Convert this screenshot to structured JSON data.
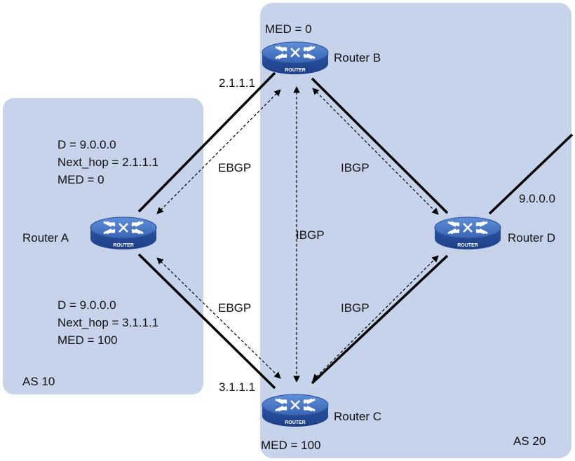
{
  "areas": {
    "as10": {
      "label": "AS 10"
    },
    "as20": {
      "label": "AS 20"
    }
  },
  "routers": {
    "a": {
      "name": "Router A",
      "badge": "ROUTER"
    },
    "b": {
      "name": "Router B",
      "badge": "ROUTER"
    },
    "c": {
      "name": "Router C",
      "badge": "ROUTER"
    },
    "d": {
      "name": "Router D",
      "badge": "ROUTER"
    }
  },
  "addresses": {
    "b_ip": "2.1.1.1",
    "c_ip": "3.1.1.1",
    "d_net": "9.0.0.0"
  },
  "med": {
    "b": "MED = 0",
    "c": "MED = 100"
  },
  "route_info": {
    "via_b": [
      "D = 9.0.0.0",
      "Next_hop = 2.1.1.1",
      "MED = 0"
    ],
    "via_c": [
      "D = 9.0.0.0",
      "Next_hop = 3.1.1.1",
      "MED = 100"
    ]
  },
  "sessions": {
    "a_b": "EBGP",
    "a_c": "EBGP",
    "b_c": "IBGP",
    "b_d": "IBGP",
    "c_d": "IBGP"
  },
  "colors": {
    "area_fill": "#c6d3ea",
    "router_body": "#2f57a8",
    "router_top": "#4a78c8",
    "link": "#000000"
  }
}
